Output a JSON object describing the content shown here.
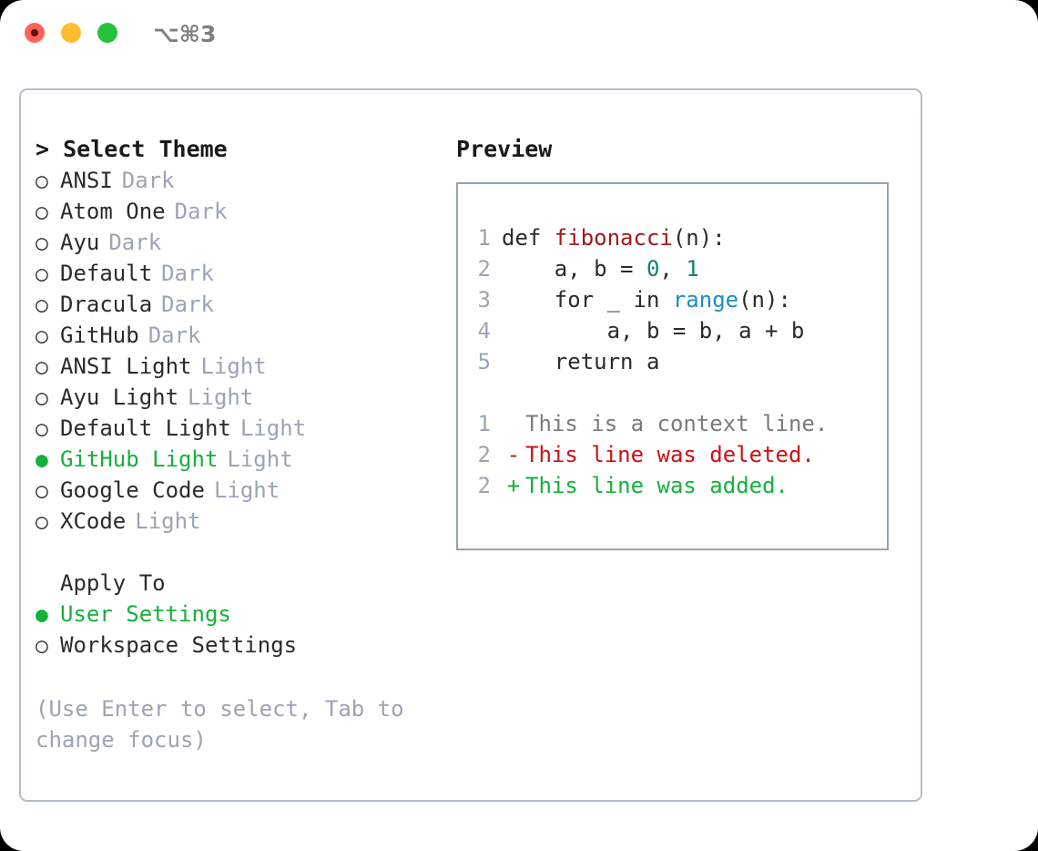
{
  "titlebar": {
    "shortcut": "⌥⌘3",
    "dots": [
      {
        "name": "close",
        "color": "#ff6159"
      },
      {
        "name": "minimize",
        "color": "#ffbd2e"
      },
      {
        "name": "maximize",
        "color": "#24c33c"
      }
    ]
  },
  "theme_list": {
    "header": "> Select Theme",
    "items": [
      {
        "bullet": "○",
        "name": "ANSI",
        "tag": "Dark",
        "selected": false
      },
      {
        "bullet": "○",
        "name": "Atom One",
        "tag": "Dark",
        "selected": false
      },
      {
        "bullet": "○",
        "name": "Ayu",
        "tag": "Dark",
        "selected": false
      },
      {
        "bullet": "○",
        "name": "Default",
        "tag": "Dark",
        "selected": false
      },
      {
        "bullet": "○",
        "name": "Dracula",
        "tag": "Dark",
        "selected": false
      },
      {
        "bullet": "○",
        "name": "GitHub",
        "tag": "Dark",
        "selected": false
      },
      {
        "bullet": "○",
        "name": "ANSI Light",
        "tag": "Light",
        "selected": false
      },
      {
        "bullet": "○",
        "name": "Ayu Light",
        "tag": "Light",
        "selected": false
      },
      {
        "bullet": "○",
        "name": "Default Light",
        "tag": "Light",
        "selected": false
      },
      {
        "bullet": "●",
        "name": "GitHub Light",
        "tag": "Light",
        "selected": true
      },
      {
        "bullet": "○",
        "name": "Google Code",
        "tag": "Light",
        "selected": false
      },
      {
        "bullet": "○",
        "name": "XCode",
        "tag": "Light",
        "selected": false
      }
    ]
  },
  "apply_to": {
    "header": "Apply To",
    "items": [
      {
        "bullet": "●",
        "name": "User Settings",
        "selected": true
      },
      {
        "bullet": "○",
        "name": "Workspace Settings",
        "selected": false
      }
    ]
  },
  "hint": "(Use Enter to select, Tab to change focus)",
  "preview": {
    "title": "Preview",
    "code_lines": [
      {
        "num": "1",
        "tokens": [
          {
            "t": "def ",
            "c": "plain"
          },
          {
            "t": "fibonacci",
            "c": "fn"
          },
          {
            "t": "(n):",
            "c": "plain"
          }
        ]
      },
      {
        "num": "2",
        "tokens": [
          {
            "t": "    a, b = ",
            "c": "plain"
          },
          {
            "t": "0",
            "c": "num"
          },
          {
            "t": ", ",
            "c": "plain"
          },
          {
            "t": "1",
            "c": "num"
          }
        ]
      },
      {
        "num": "3",
        "tokens": [
          {
            "t": "    for _ in ",
            "c": "plain"
          },
          {
            "t": "range",
            "c": "call"
          },
          {
            "t": "(n):",
            "c": "plain"
          }
        ]
      },
      {
        "num": "4",
        "tokens": [
          {
            "t": "        a, b = b, a + b",
            "c": "plain"
          }
        ]
      },
      {
        "num": "5",
        "tokens": [
          {
            "t": "    return a",
            "c": "plain"
          }
        ]
      }
    ],
    "diff_lines": [
      {
        "num": "1",
        "mark": " ",
        "text": "This is a context line.",
        "kind": "ctx"
      },
      {
        "num": "2",
        "mark": "-",
        "text": "This line was deleted.",
        "kind": "del"
      },
      {
        "num": "2",
        "mark": "+",
        "text": "This line was added.",
        "kind": "add"
      }
    ]
  }
}
